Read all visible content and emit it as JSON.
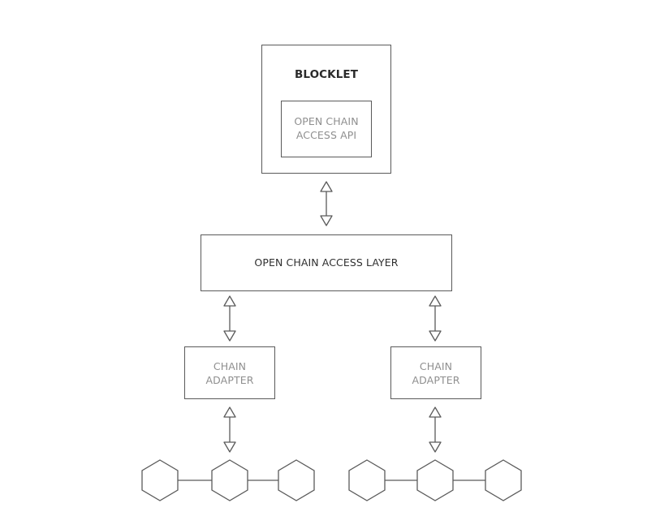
{
  "diagram": {
    "blocklet": {
      "title": "BLOCKLET",
      "api_label": "OPEN CHAIN\nACCESS API"
    },
    "access_layer": {
      "label": "OPEN CHAIN ACCESS LAYER"
    },
    "adapters": [
      {
        "label": "CHAIN\nADAPTER"
      },
      {
        "label": "CHAIN\nADAPTER"
      }
    ],
    "chains": [
      {
        "nodes": 3
      },
      {
        "nodes": 3
      }
    ]
  },
  "colors": {
    "stroke": "#5a5a5a",
    "muted_text": "#8f8f8f",
    "strong_text": "#2a2a2a",
    "background": "#ffffff"
  },
  "icons": {
    "connector": "double-headed-arrow",
    "chain_node": "hexagon"
  }
}
